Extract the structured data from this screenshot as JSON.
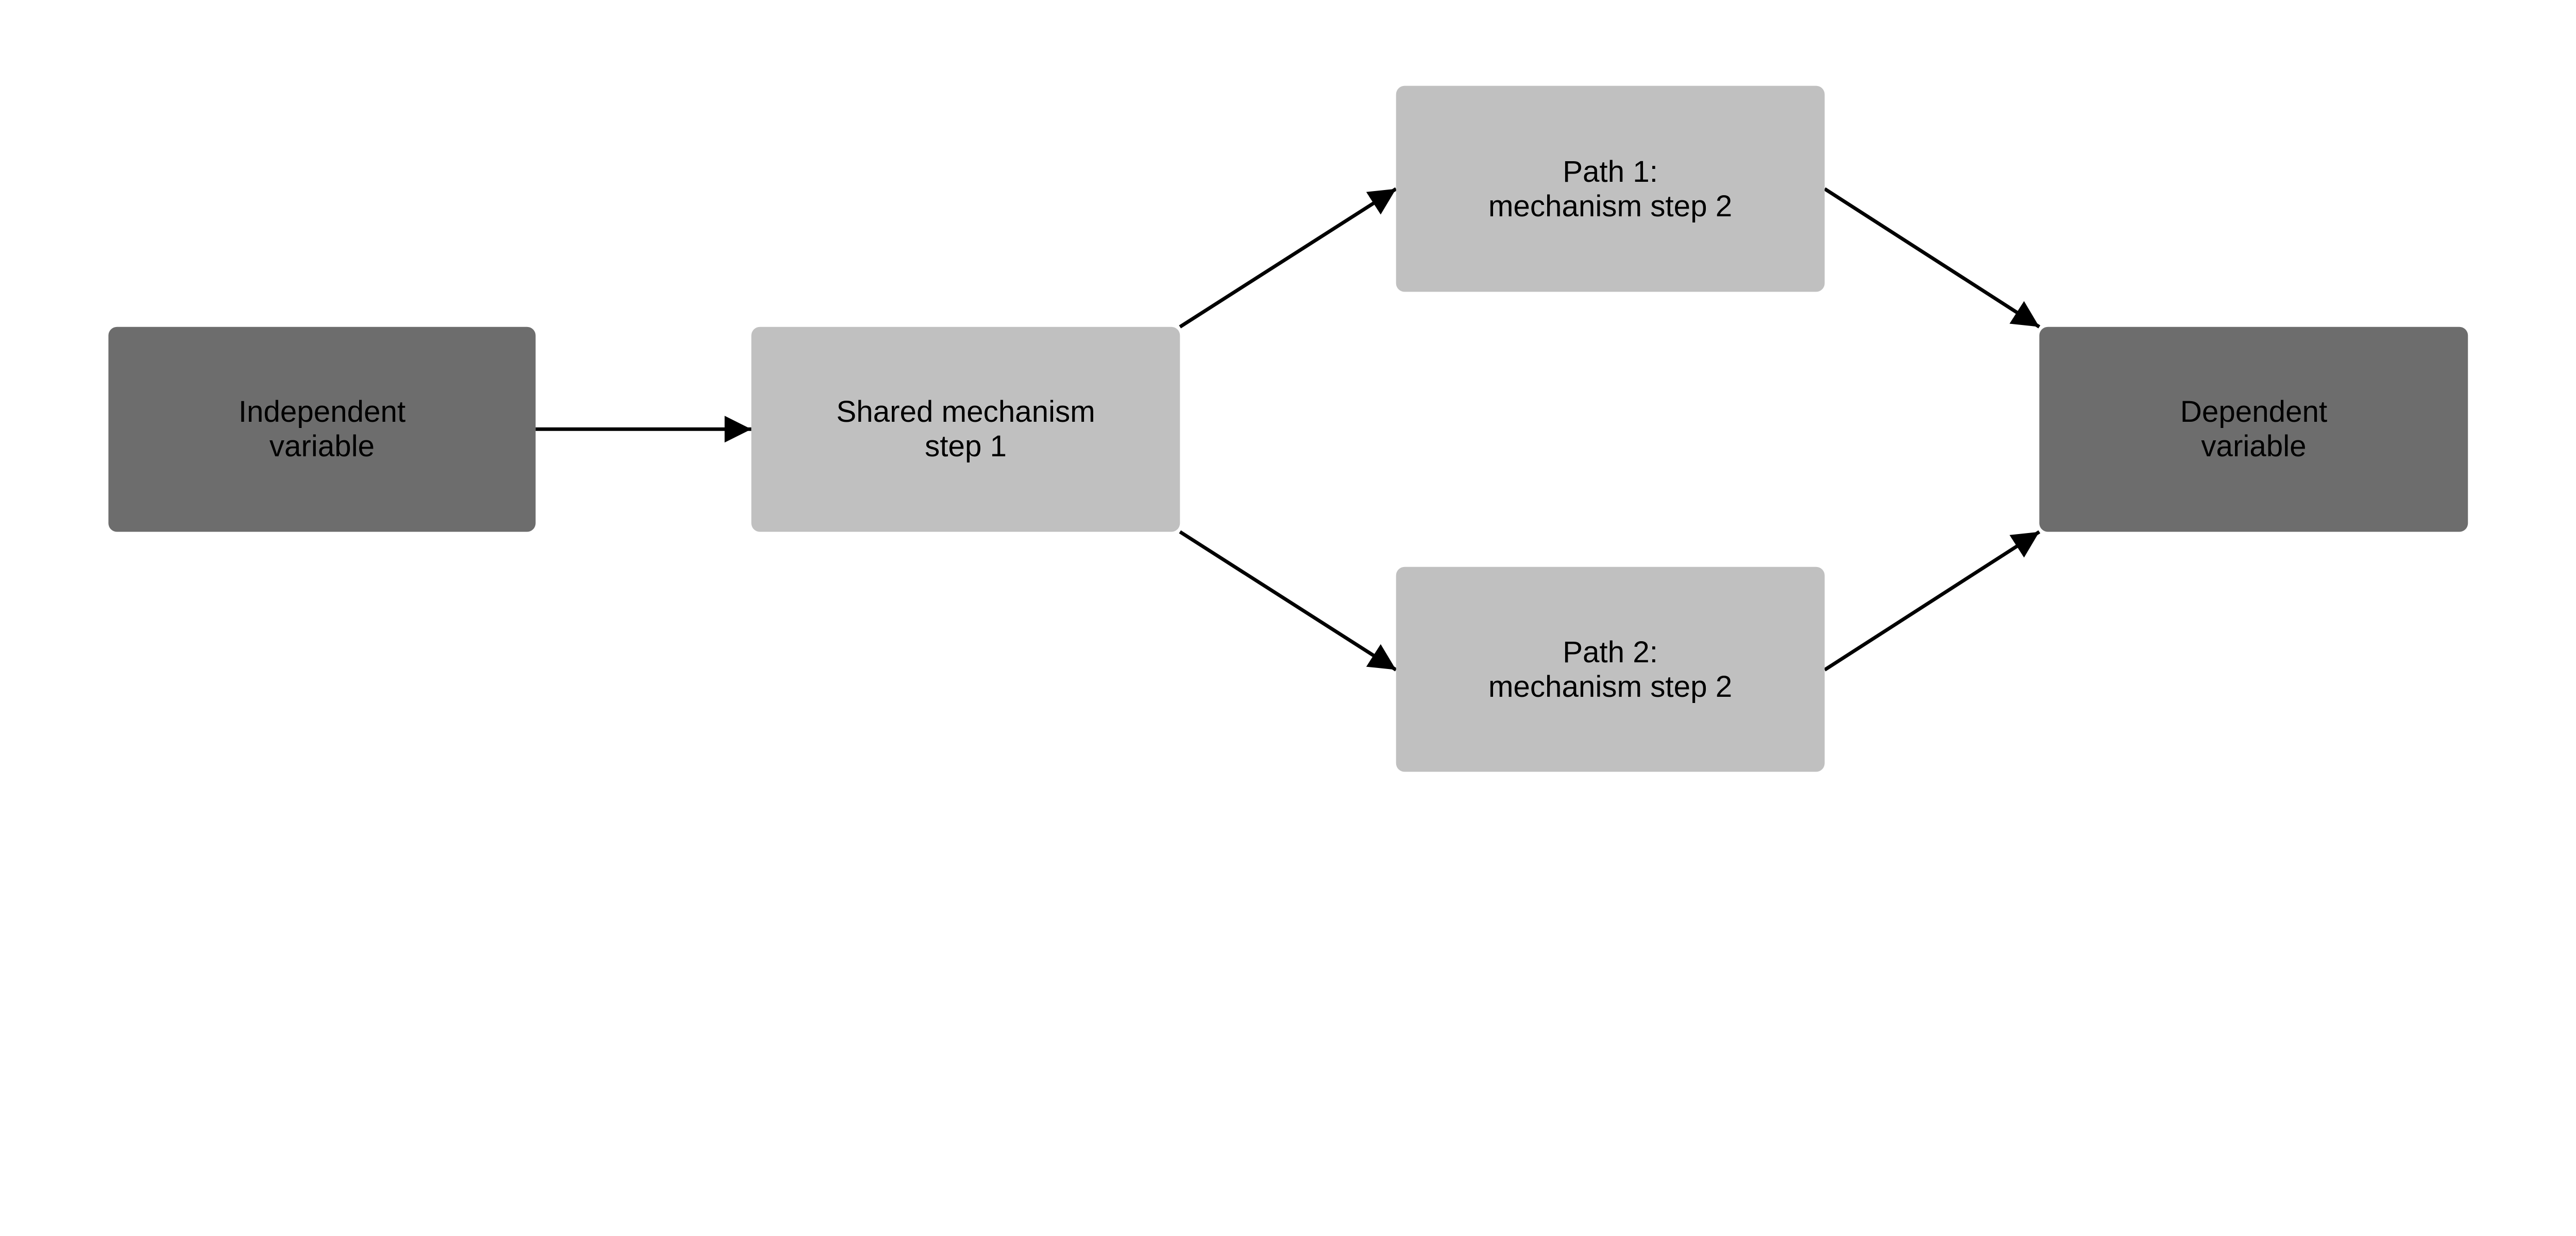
{
  "colors": {
    "endpoint_box": "#6d6d6d",
    "mechanism_box": "#c0c0c0",
    "arrow": "#000000",
    "background": "#ffffff"
  },
  "nodes": {
    "independent": {
      "line1": "Independent",
      "line2": "variable"
    },
    "shared": {
      "line1": "Shared mechanism",
      "line2": "step 1"
    },
    "path1": {
      "line1": "Path 1:",
      "line2": "mechanism step 2"
    },
    "path2": {
      "line1": "Path 2:",
      "line2": "mechanism step 2"
    },
    "dependent": {
      "line1": "Dependent",
      "line2": "variable"
    }
  },
  "edges": [
    {
      "from": "independent",
      "to": "shared"
    },
    {
      "from": "shared",
      "to": "path1"
    },
    {
      "from": "shared",
      "to": "path2"
    },
    {
      "from": "path1",
      "to": "dependent"
    },
    {
      "from": "path2",
      "to": "dependent"
    }
  ]
}
